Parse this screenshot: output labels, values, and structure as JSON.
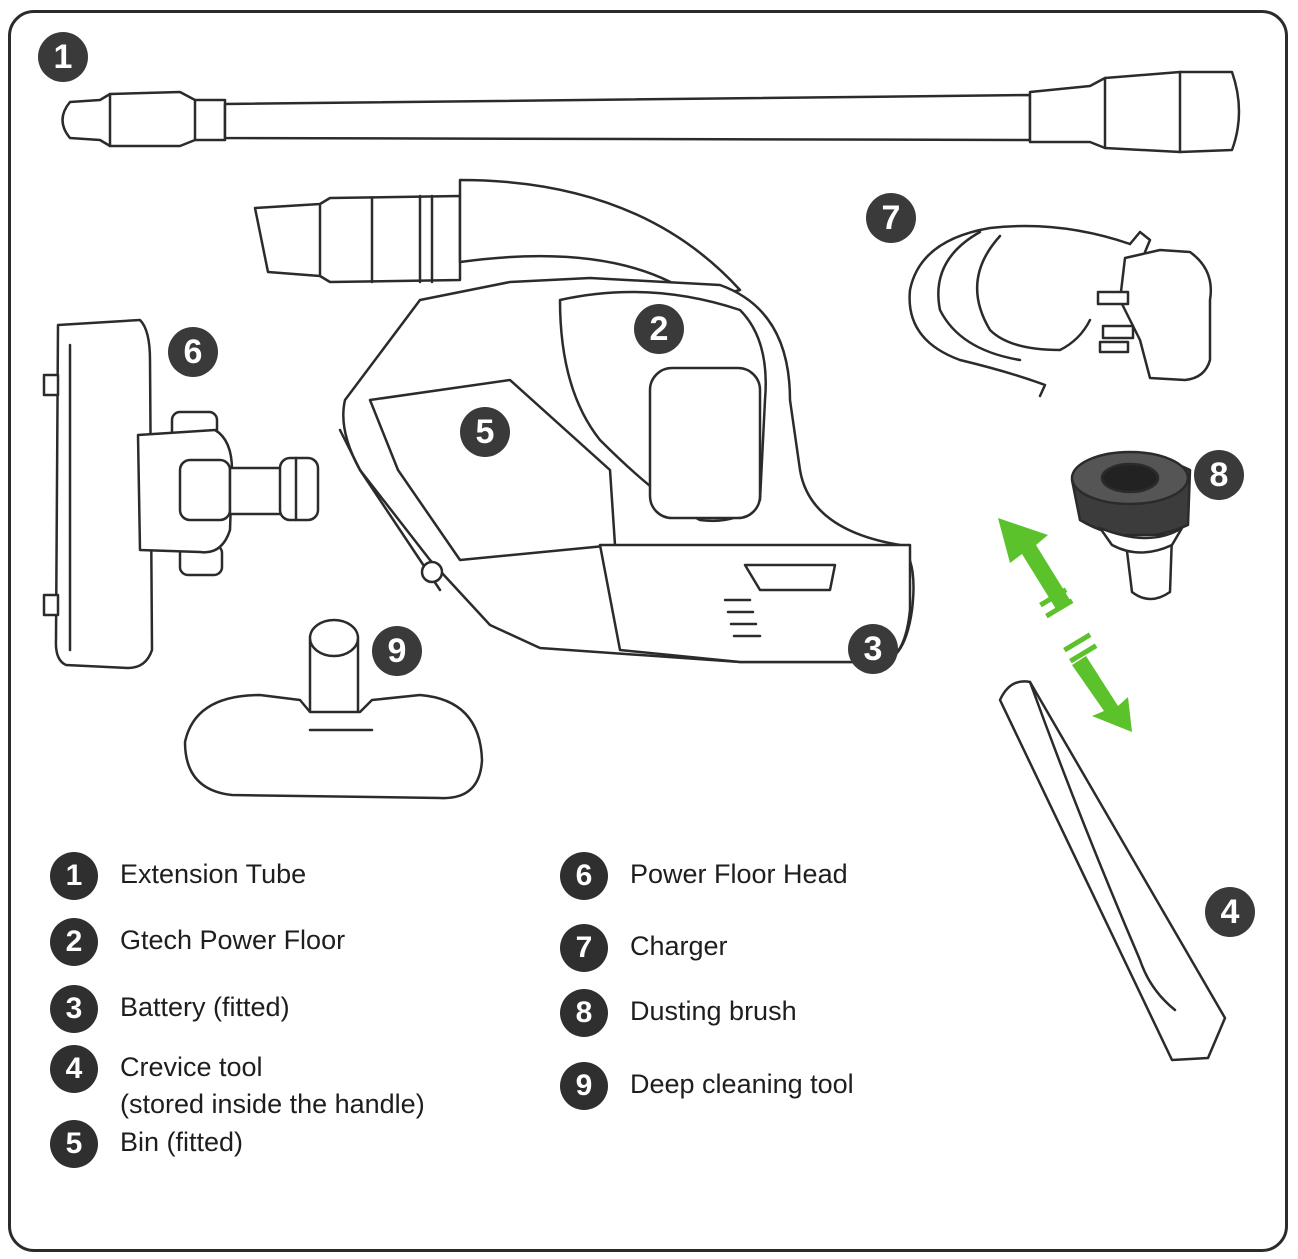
{
  "colors": {
    "ink": "#2b2b2b",
    "badge": "#3a3a3a",
    "arrow": "#5cc22b"
  },
  "badges": [
    "1",
    "2",
    "3",
    "4",
    "5",
    "6",
    "7",
    "8",
    "9"
  ],
  "legend": [
    {
      "num": "1",
      "label": "Extension Tube"
    },
    {
      "num": "2",
      "label": "Gtech Power Floor"
    },
    {
      "num": "3",
      "label": "Battery (fitted)"
    },
    {
      "num": "4",
      "label": "Crevice tool",
      "label2": "(stored inside the handle)"
    },
    {
      "num": "5",
      "label": "Bin (fitted)"
    },
    {
      "num": "6",
      "label": "Power Floor Head"
    },
    {
      "num": "7",
      "label": "Charger"
    },
    {
      "num": "8",
      "label": "Dusting brush"
    },
    {
      "num": "9",
      "label": "Deep cleaning tool"
    }
  ]
}
